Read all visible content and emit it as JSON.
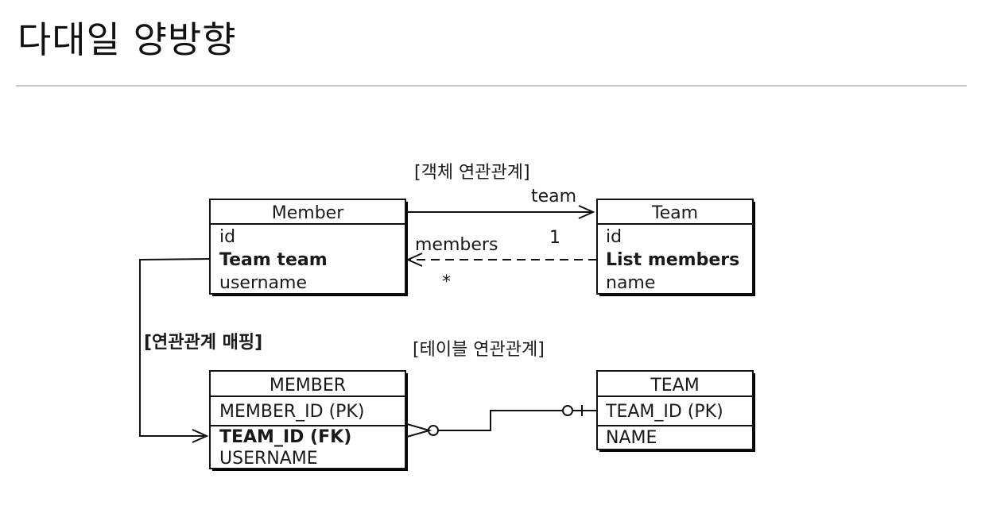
{
  "slide": {
    "title": "다대일 양방향"
  },
  "object_model": {
    "heading": "[객체 연관관계]",
    "member_class": {
      "name": "Member",
      "fields": [
        "id",
        "Team team",
        "username"
      ],
      "bold_field": "Team team"
    },
    "team_class": {
      "name": "Team",
      "fields": [
        "id",
        "List members",
        "name"
      ],
      "bold_field": "List members"
    },
    "reference_team": {
      "label": "team",
      "style": "solid arrow"
    },
    "reference_members": {
      "label": "members",
      "style": "dashed arrow"
    },
    "multiplicity_one": "1",
    "multiplicity_many": "*"
  },
  "mapping": {
    "label": "[연관관계 매핑]"
  },
  "table_model": {
    "heading": "[테이블 연관관계]",
    "member_table": {
      "name": "MEMBER",
      "pk_column": "MEMBER_ID (PK)",
      "fk_column": "TEAM_ID (FK)",
      "other_columns": [
        "USERNAME"
      ]
    },
    "team_table": {
      "name": "TEAM",
      "pk_column": "TEAM_ID (PK)",
      "other_columns": [
        "NAME"
      ]
    },
    "relationship": "many-to-one (crow's foot)"
  },
  "colors": {
    "line": "#111111",
    "rule": "#c8c8c8",
    "background": "#ffffff"
  }
}
